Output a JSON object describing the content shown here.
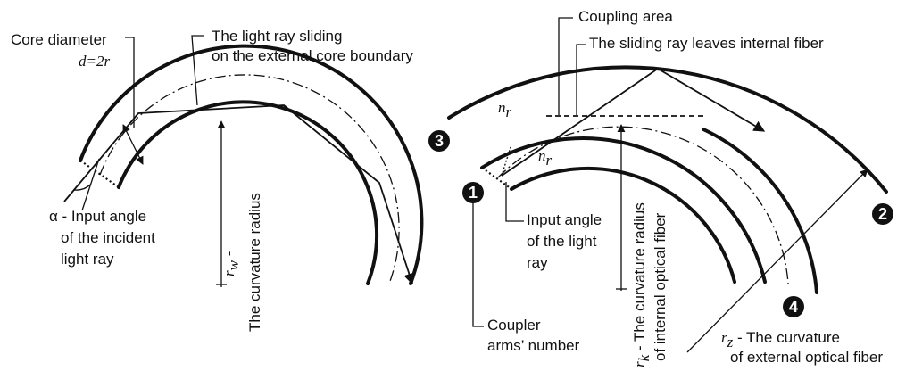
{
  "left": {
    "core_diameter": "Core diameter",
    "d_formula": "d=2r",
    "ray_sliding_1": "The light ray sliding",
    "ray_sliding_2": "on the external core boundary",
    "alpha_1": "α - Input angle",
    "alpha_2": "of the incident",
    "alpha_3": "light ray",
    "rw": "r",
    "rw_sub": "w",
    "rw_dash": " -",
    "curvature": "The curvature radius"
  },
  "right": {
    "coupling_area": "Coupling area",
    "sliding_leaves": "The sliding ray leaves internal fiber",
    "nr_top": "n",
    "nr_top_sub": "r",
    "nr_mid": "n",
    "nr_mid_sub": "r",
    "input_angle_1": "Input angle",
    "input_angle_2": "of the light",
    "input_angle_3": "ray",
    "coupler_1": "Coupler",
    "coupler_2": "arms’ number",
    "rk": "r",
    "rk_sub": "k",
    "rk_text_1": " - The curvature radius",
    "rk_text_2": "of internal optical fiber",
    "rz": "r",
    "rz_sub": "z",
    "rz_text_1": " - The curvature",
    "rz_text_2": "of external optical fiber",
    "badges": [
      "1",
      "2",
      "3",
      "4"
    ]
  }
}
